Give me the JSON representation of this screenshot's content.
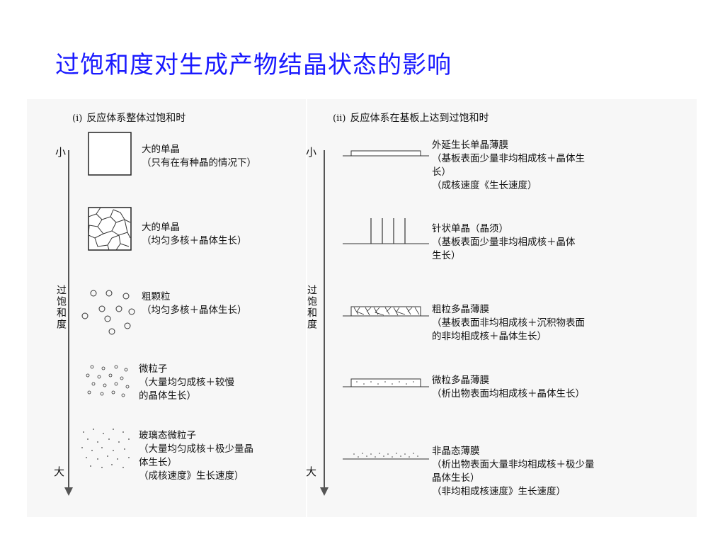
{
  "title": "过饱和度对生成产物结晶状态的影响",
  "left": {
    "num": "(i)",
    "header": "反应体系整体过饱和时",
    "axis_small": "小",
    "axis_large": "大",
    "axis_label": "过饱和度",
    "items": [
      {
        "l1": "大的单晶",
        "l2": "（只有在有种晶的情况下）",
        "l3": "",
        "l4": ""
      },
      {
        "l1": "大的单晶",
        "l2": "（均匀多核＋晶体生长）",
        "l3": "",
        "l4": ""
      },
      {
        "l1": "粗颗粒",
        "l2": "（均匀多核＋晶体生长）",
        "l3": "",
        "l4": ""
      },
      {
        "l1": "微粒子",
        "l2": "（大量均匀成核＋较慢",
        "l3": "的晶体生长）",
        "l4": ""
      },
      {
        "l1": "玻璃态微粒子",
        "l2": "（大量均匀成核＋极少量晶",
        "l3": "体生长）",
        "l4": "（成核速度》生长速度）"
      }
    ]
  },
  "right": {
    "num": "(ii)",
    "header": "反应体系在基板上达到过饱和时",
    "axis_small": "小",
    "axis_large": "大",
    "axis_label": "过饱和度",
    "items": [
      {
        "l1": "外延生长单晶薄膜",
        "l2": "（基板表面少量非均相成核＋晶体生",
        "l3": "长）",
        "l4": "（成核速度《生长速度）"
      },
      {
        "l1": "针状单晶（晶须）",
        "l2": "（基板表面少量非均相成核＋晶体",
        "l3": "生长）",
        "l4": ""
      },
      {
        "l1": "粗粒多晶薄膜",
        "l2": "（基板表面非均相成核＋沉积物表面",
        "l3": "的非均相成核＋晶体生长）",
        "l4": ""
      },
      {
        "l1": "微粒多晶薄膜",
        "l2": "（析出物表面均相成核＋晶体生长）",
        "l3": "",
        "l4": ""
      },
      {
        "l1": "非晶态薄膜",
        "l2": "（析出物表面大量非均相成核＋极少量",
        "l3": "晶体生长）",
        "l4": "（非均相成核速度》生长速度）"
      }
    ]
  },
  "colors": {
    "title": "#1a1aff",
    "line": "#333333",
    "axis": "#555555"
  }
}
